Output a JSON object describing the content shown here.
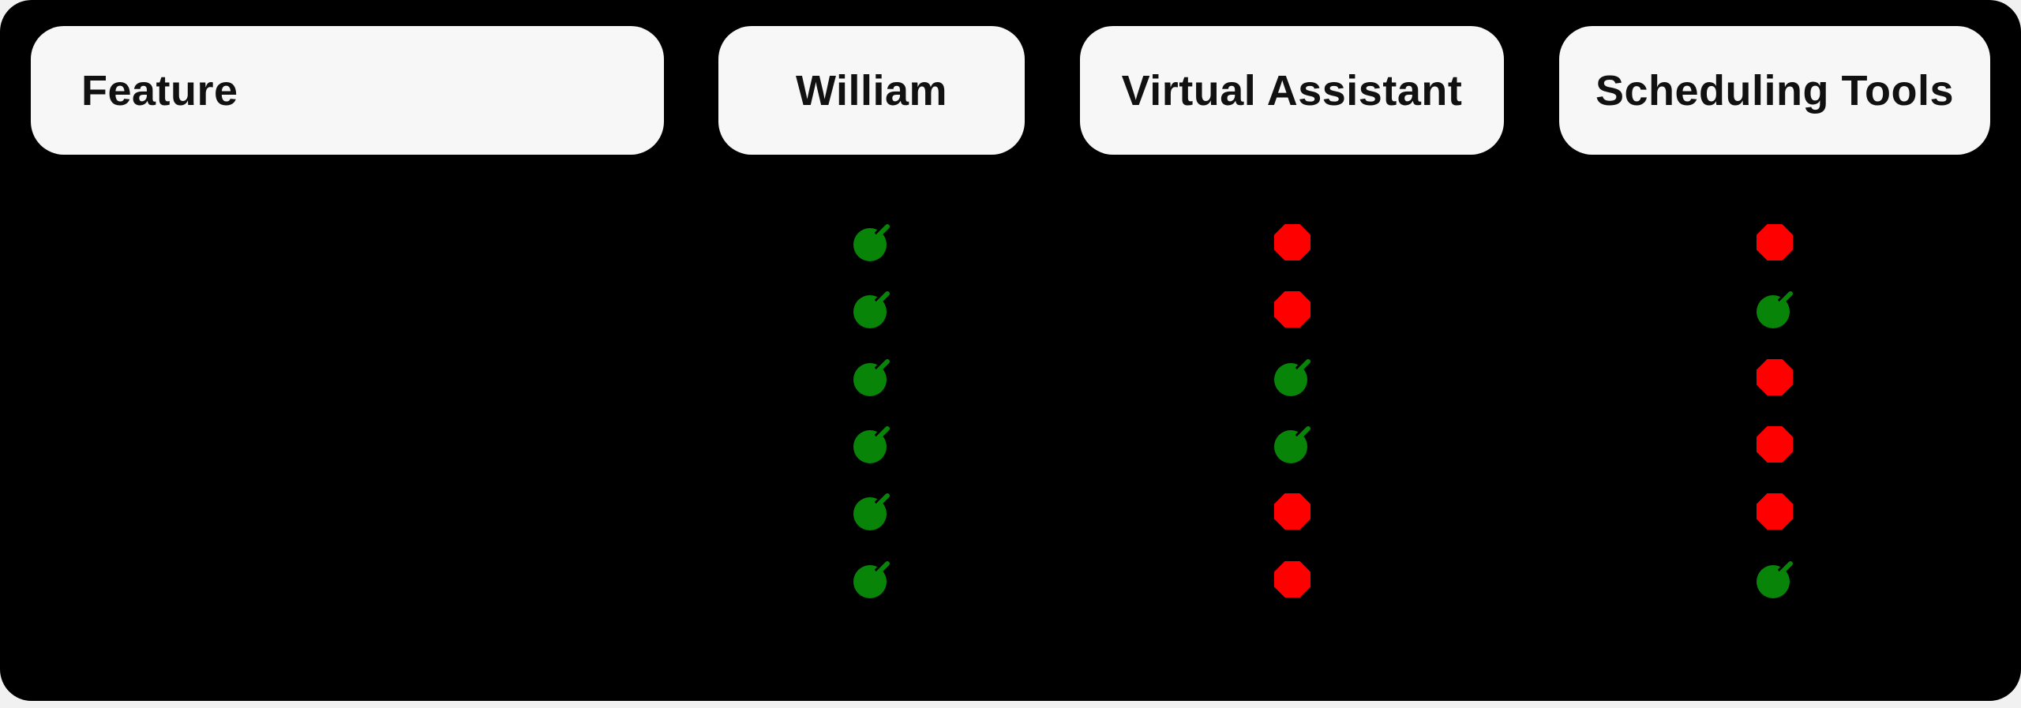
{
  "table": {
    "feature_header": "Feature",
    "row_count": 6,
    "row_labels_visible": false,
    "columns": [
      {
        "id": "william",
        "label": "William",
        "values": [
          true,
          true,
          true,
          true,
          true,
          true
        ]
      },
      {
        "id": "virtual-assistant",
        "label": "Virtual Assistant",
        "values": [
          false,
          false,
          true,
          true,
          false,
          false
        ]
      },
      {
        "id": "scheduling-tools",
        "label": "Scheduling Tools",
        "values": [
          false,
          true,
          false,
          false,
          false,
          true
        ]
      }
    ]
  },
  "chart_data": {
    "type": "table",
    "title": "",
    "column_headers": [
      "Feature",
      "William",
      "Virtual Assistant",
      "Scheduling Tools"
    ],
    "row_labels": [
      "",
      "",
      "",
      "",
      "",
      ""
    ],
    "series": [
      {
        "name": "William",
        "values": [
          true,
          true,
          true,
          true,
          true,
          true
        ]
      },
      {
        "name": "Virtual Assistant",
        "values": [
          false,
          false,
          true,
          true,
          false,
          false
        ]
      },
      {
        "name": "Scheduling Tools",
        "values": [
          false,
          true,
          false,
          false,
          false,
          true
        ]
      }
    ],
    "value_encoding": {
      "true_icon": "green-apple-icon",
      "false_icon": "red-octagon-icon"
    },
    "layout_hints": {
      "background": "black rounded card on light page",
      "header_style": "light rounded pills",
      "grid": "off",
      "legend": "none"
    }
  },
  "colors": {
    "card_background": "#000000",
    "page_background": "#f1f1f1",
    "header_background": "#f7f7f7",
    "header_text": "#111111",
    "available_green": "#088408",
    "unavailable_red": "#fe0000"
  }
}
